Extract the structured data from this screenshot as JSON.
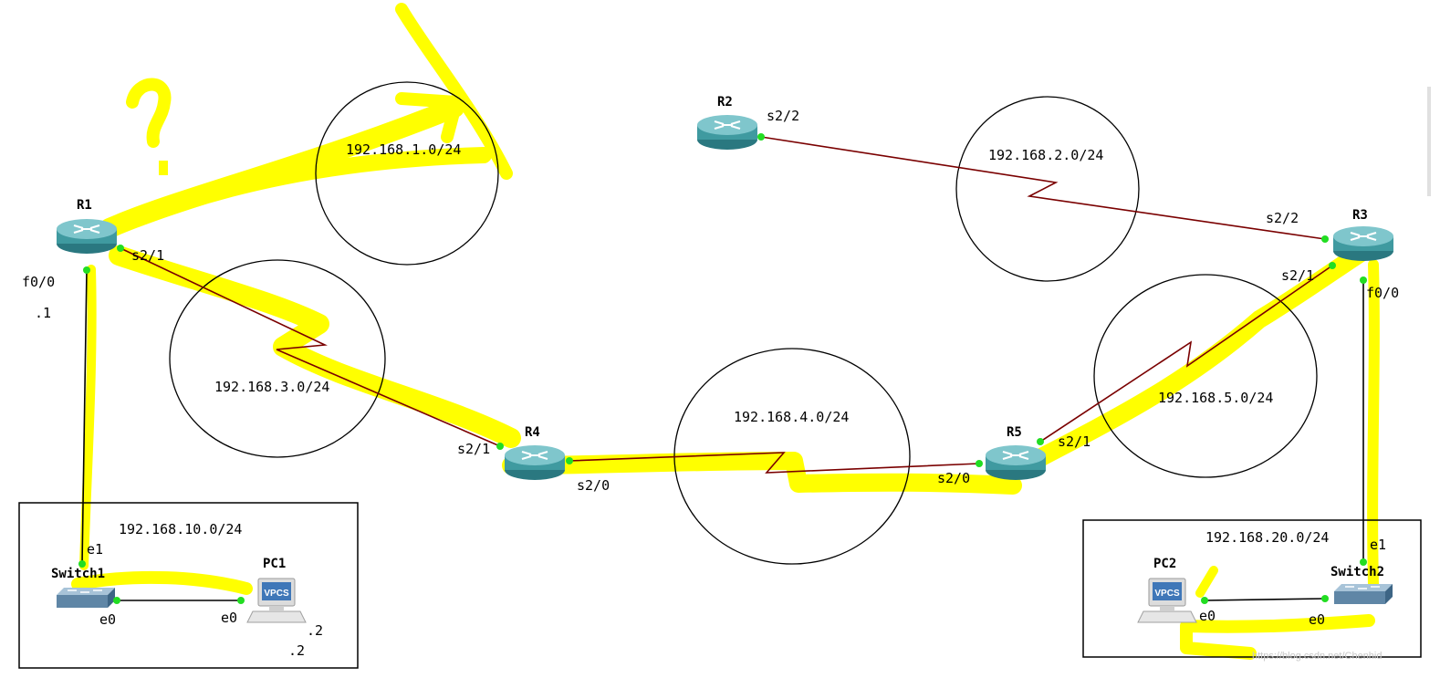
{
  "devices": {
    "r1": {
      "name": "R1",
      "type": "router"
    },
    "r2": {
      "name": "R2",
      "type": "router"
    },
    "r3": {
      "name": "R3",
      "type": "router"
    },
    "r4": {
      "name": "R4",
      "type": "router"
    },
    "r5": {
      "name": "R5",
      "type": "router"
    },
    "switch1": {
      "name": "Switch1",
      "type": "switch"
    },
    "switch2": {
      "name": "Switch2",
      "type": "switch"
    },
    "pc1": {
      "name": "PC1",
      "type": "vpcs",
      "badge": "VPCS"
    },
    "pc2": {
      "name": "PC2",
      "type": "vpcs",
      "badge": "VPCS"
    }
  },
  "networks": {
    "n1": "192.168.1.0/24",
    "n2": "192.168.2.0/24",
    "n3": "192.168.3.0/24",
    "n4": "192.168.4.0/24",
    "n5": "192.168.5.0/24",
    "lan10": "192.168.10.0/24",
    "lan20": "192.168.20.0/24"
  },
  "interfaces": {
    "r1_f0_0": "f0/0",
    "r1_addr": ".1",
    "r1_s2_1": "s2/1",
    "r2_s2_2": "s2/2",
    "r3_s2_2": "s2/2",
    "r3_s2_1": "s2/1",
    "r3_f0_0": "f0/0",
    "r4_s2_1": "s2/1",
    "r4_s2_0": "s2/0",
    "r5_s2_0": "s2/0",
    "r5_s2_1": "s2/1",
    "sw1_e1": "e1",
    "sw1_e0": "e0",
    "pc1_e0": "e0",
    "pc1_addr_a": ".2",
    "pc1_addr_b": ".2",
    "sw2_e1": "e1",
    "sw2_e0": "e0",
    "pc2_e0": "e0"
  },
  "annotations": {
    "question_mark": "?",
    "watermark": "https://blog.csdn.net/Chenhid"
  },
  "colors": {
    "serial_link": "#7a0000",
    "ethernet_link": "#000000",
    "port_dot": "#22dd22",
    "highlight": "#ffff00",
    "router_body": "#3f9aa0"
  }
}
